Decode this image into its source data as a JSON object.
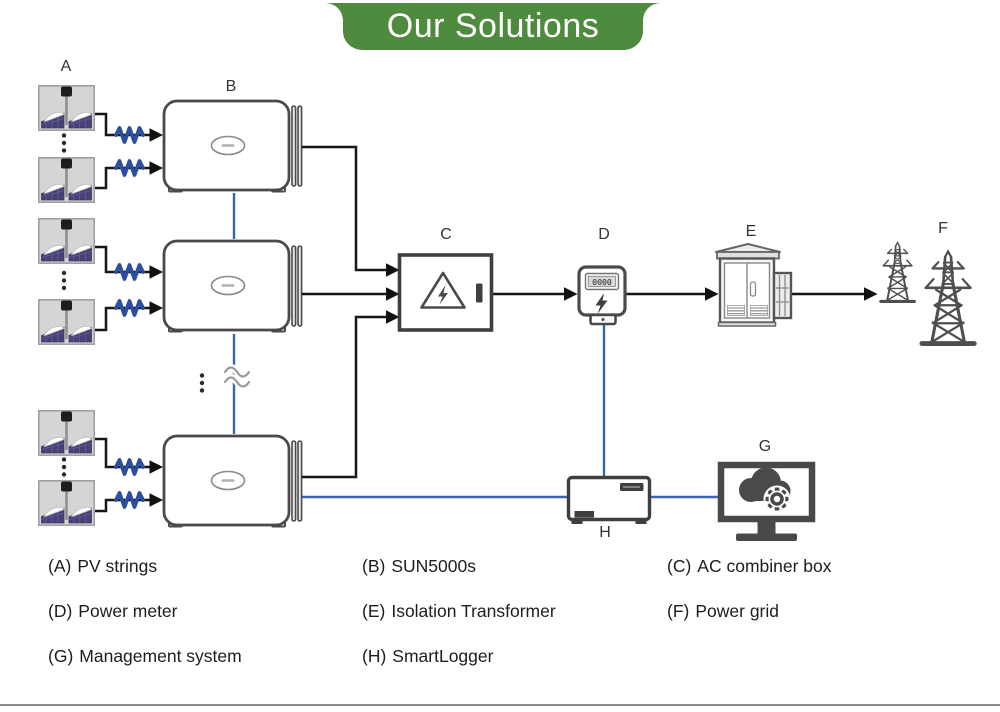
{
  "banner": {
    "title": "Our Solutions",
    "bg_color": "#4e8b3e",
    "text_color": "#ffffff"
  },
  "diagram": {
    "node_labels": {
      "a": "A",
      "b": "B",
      "c": "C",
      "d": "D",
      "e": "E",
      "f": "F",
      "g": "G",
      "h": "H"
    },
    "meter_display": "0000",
    "colors": {
      "dc_wire": "#161616",
      "comm_wire": "#3a64b0",
      "coil": "#2b4f9e",
      "component_outline": "#4a4a4a",
      "pv_cell": "#474273",
      "pv_body": "#d6d5d5"
    }
  },
  "legend": {
    "items": [
      {
        "key": "(A)",
        "label": "PV strings"
      },
      {
        "key": "(B)",
        "label": "SUN5000s"
      },
      {
        "key": "(C)",
        "label": "AC combiner box"
      },
      {
        "key": "(D)",
        "label": "Power meter"
      },
      {
        "key": "(E)",
        "label": "Isolation Transformer"
      },
      {
        "key": "(F)",
        "label": "Power grid"
      },
      {
        "key": "(G)",
        "label": "Management system"
      },
      {
        "key": "(H)",
        "label": "SmartLogger"
      }
    ]
  }
}
